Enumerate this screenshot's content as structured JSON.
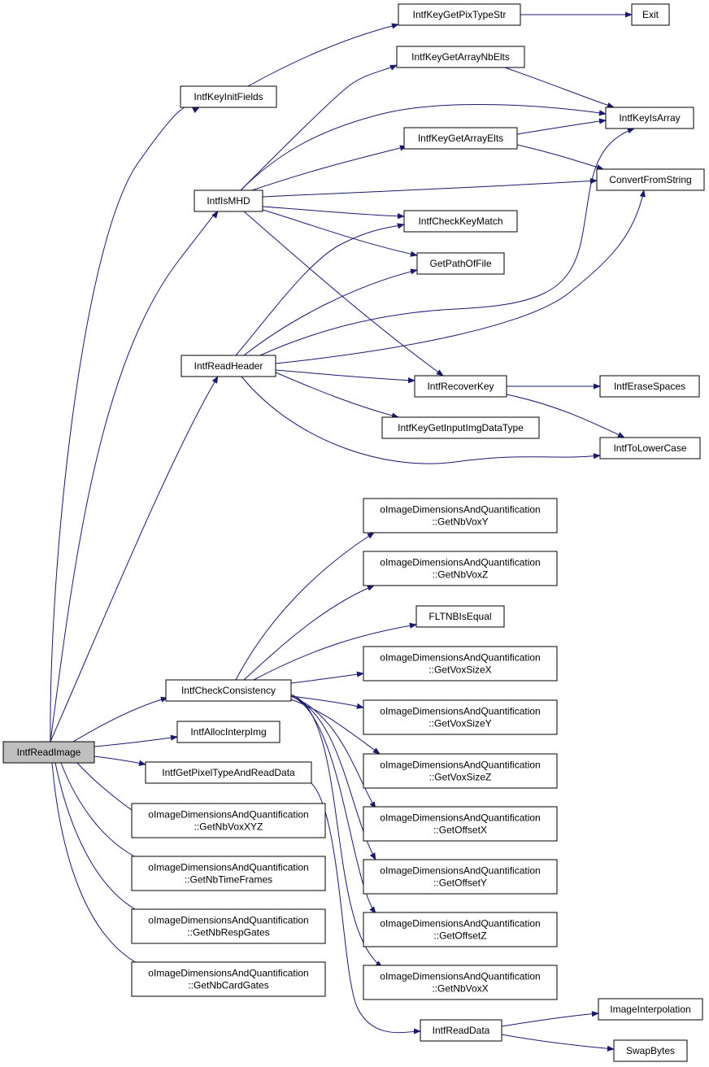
{
  "graph": {
    "colors": {
      "edge": "#191970",
      "box_border": "#000000",
      "box_fill": "#ffffff",
      "root_fill": "#bfbfbf"
    },
    "nodes": {
      "root": [
        "IntfReadImage"
      ],
      "initfields": [
        "IntfKeyInitFields"
      ],
      "getpixtype": [
        "IntfKeyGetPixTypeStr"
      ],
      "exit": [
        "Exit"
      ],
      "arraynbelts": [
        "IntfKeyGetArrayNbElts"
      ],
      "isarray": [
        "IntfKeyIsArray"
      ],
      "arrayelts": [
        "IntfKeyGetArrayElts"
      ],
      "convert": [
        "ConvertFromString"
      ],
      "ismhd": [
        "IntfIsMHD"
      ],
      "checkkey": [
        "IntfCheckKeyMatch"
      ],
      "getpath": [
        "GetPathOfFile"
      ],
      "readheader": [
        "IntfReadHeader"
      ],
      "recoverkey": [
        "IntfRecoverKey"
      ],
      "erasespaces": [
        "IntfEraseSpaces"
      ],
      "inputimgtype": [
        "IntfKeyGetInputImgDataType"
      ],
      "tolower": [
        "IntfToLowerCase"
      ],
      "nbvoxy": [
        "oImageDimensionsAndQuantification",
        "::GetNbVoxY"
      ],
      "nbvoxz": [
        "oImageDimensionsAndQuantification",
        "::GetNbVoxZ"
      ],
      "fltnb": [
        "FLTNBIsEqual"
      ],
      "voxsizex": [
        "oImageDimensionsAndQuantification",
        "::GetVoxSizeX"
      ],
      "checkcons": [
        "IntfCheckConsistency"
      ],
      "voxsizey": [
        "oImageDimensionsAndQuantification",
        "::GetVoxSizeY"
      ],
      "allocinterp": [
        "IntfAllocInterpImg"
      ],
      "voxsizez": [
        "oImageDimensionsAndQuantification",
        "::GetVoxSizeZ"
      ],
      "getpixread": [
        "IntfGetPixelTypeAndReadData"
      ],
      "nbvoxxyz": [
        "oImageDimensionsAndQuantification",
        "::GetNbVoxXYZ"
      ],
      "offsetx": [
        "oImageDimensionsAndQuantification",
        "::GetOffsetX"
      ],
      "nbtime": [
        "oImageDimensionsAndQuantification",
        "::GetNbTimeFrames"
      ],
      "offsety": [
        "oImageDimensionsAndQuantification",
        "::GetOffsetY"
      ],
      "nbresp": [
        "oImageDimensionsAndQuantification",
        "::GetNbRespGates"
      ],
      "offsetz": [
        "oImageDimensionsAndQuantification",
        "::GetOffsetZ"
      ],
      "nbcard": [
        "oImageDimensionsAndQuantification",
        "::GetNbCardGates"
      ],
      "nbvoxx": [
        "oImageDimensionsAndQuantification",
        "::GetNbVoxX"
      ],
      "readdata": [
        "IntfReadData"
      ],
      "imginterp": [
        "ImageInterpolation"
      ],
      "swapbytes": [
        "SwapBytes"
      ]
    },
    "edges": [
      [
        "root",
        "initfields"
      ],
      [
        "root",
        "ismhd"
      ],
      [
        "root",
        "readheader"
      ],
      [
        "root",
        "checkcons"
      ],
      [
        "root",
        "allocinterp"
      ],
      [
        "root",
        "getpixread"
      ],
      [
        "root",
        "nbvoxxyz"
      ],
      [
        "root",
        "nbtime"
      ],
      [
        "root",
        "nbresp"
      ],
      [
        "root",
        "nbcard"
      ],
      [
        "initfields",
        "getpixtype"
      ],
      [
        "getpixtype",
        "exit"
      ],
      [
        "ismhd",
        "arraynbelts"
      ],
      [
        "ismhd",
        "isarray"
      ],
      [
        "ismhd",
        "arrayelts"
      ],
      [
        "ismhd",
        "convert"
      ],
      [
        "ismhd",
        "checkkey"
      ],
      [
        "ismhd",
        "getpath"
      ],
      [
        "ismhd",
        "recoverkey"
      ],
      [
        "arraynbelts",
        "isarray"
      ],
      [
        "arrayelts",
        "isarray"
      ],
      [
        "arrayelts",
        "convert"
      ],
      [
        "readheader",
        "checkkey"
      ],
      [
        "readheader",
        "getpath"
      ],
      [
        "readheader",
        "isarray"
      ],
      [
        "readheader",
        "convert"
      ],
      [
        "readheader",
        "recoverkey"
      ],
      [
        "readheader",
        "inputimgtype"
      ],
      [
        "readheader",
        "tolower"
      ],
      [
        "recoverkey",
        "erasespaces"
      ],
      [
        "recoverkey",
        "tolower"
      ],
      [
        "checkcons",
        "nbvoxy"
      ],
      [
        "checkcons",
        "nbvoxz"
      ],
      [
        "checkcons",
        "fltnb"
      ],
      [
        "checkcons",
        "voxsizex"
      ],
      [
        "checkcons",
        "voxsizey"
      ],
      [
        "checkcons",
        "voxsizez"
      ],
      [
        "checkcons",
        "offsetx"
      ],
      [
        "checkcons",
        "offsety"
      ],
      [
        "checkcons",
        "offsetz"
      ],
      [
        "checkcons",
        "nbvoxx"
      ],
      [
        "getpixread",
        "readdata"
      ],
      [
        "readdata",
        "imginterp"
      ],
      [
        "readdata",
        "swapbytes"
      ]
    ]
  }
}
